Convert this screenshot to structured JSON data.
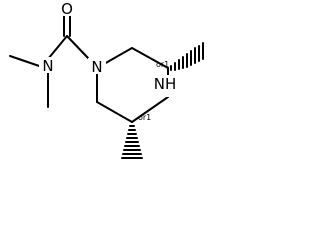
{
  "molecule": {
    "atoms": {
      "carbonyl_oxygen": "O",
      "amide_nitrogen": "N",
      "ring_nitrogen_1": "N",
      "ring_nitrogen_4": "N",
      "ring_nitrogen_4_hydrogen": "H"
    },
    "stereo_labels": {
      "c3": "or1",
      "c5": "or1"
    }
  }
}
